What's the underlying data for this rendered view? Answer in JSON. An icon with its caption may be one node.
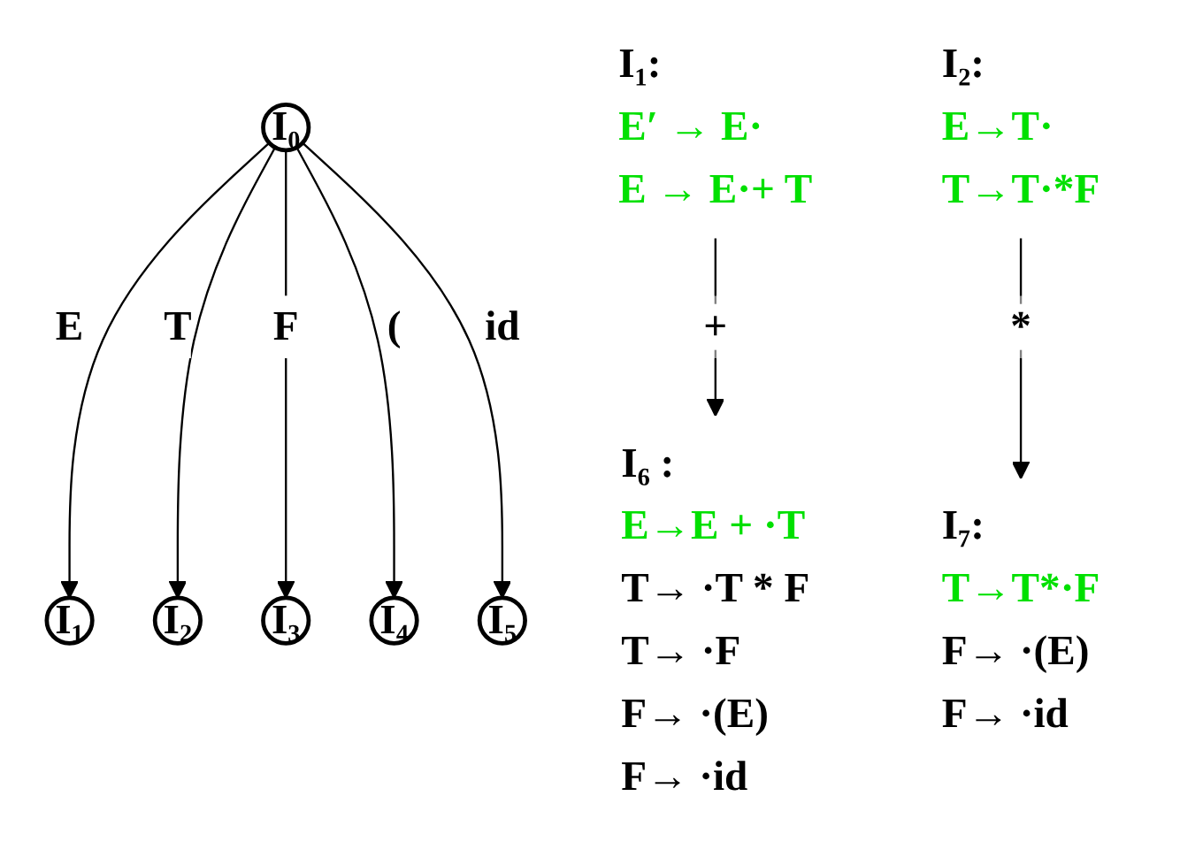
{
  "diagram": {
    "nodes": [
      {
        "text": [
          "I₀"
        ]
      },
      {
        "text": [
          "I₁"
        ]
      },
      {
        "text": [
          "I₂"
        ]
      },
      {
        "text": [
          "I₃"
        ]
      },
      {
        "text": [
          "I₄"
        ]
      },
      {
        "text": [
          "I₅"
        ]
      },
      {
        "text": [
          "I₁:",
          "E′ → E·",
          "E → E·+ T"
        ]
      },
      {
        "text": [
          "I₂:",
          "E→T·",
          "T→T·*F"
        ]
      },
      {
        "text": [
          "I₆ :",
          "E→E + ·T",
          "T→ ·T * F",
          "T→ ·F",
          "F→ ·(E)",
          "F→ ·id"
        ]
      },
      {
        "text": [
          "I₇:",
          "T→T*·F",
          "F→ ·(E)",
          "F→ ·id"
        ]
      }
    ],
    "edges": [
      {
        "from": 0,
        "to": 1,
        "arrow": "to",
        "label": "E"
      },
      {
        "from": 0,
        "to": 2,
        "arrow": "to",
        "label": "T"
      },
      {
        "from": 0,
        "to": 3,
        "arrow": "to",
        "label": "F"
      },
      {
        "from": 0,
        "to": 4,
        "arrow": "to",
        "label": "("
      },
      {
        "from": 0,
        "to": 5,
        "arrow": "to",
        "label": "id"
      },
      {
        "from": 6,
        "to": 8,
        "arrow": "to",
        "label": "+"
      },
      {
        "from": 7,
        "to": 9,
        "arrow": "to",
        "label": "*"
      }
    ]
  }
}
